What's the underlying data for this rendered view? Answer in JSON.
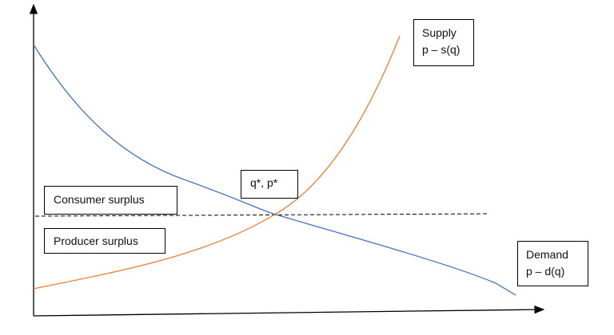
{
  "labels": {
    "supply_title": "Supply",
    "supply_formula": "p – s(q)",
    "demand_title": "Demand",
    "demand_formula": "p – d(q)",
    "equilibrium": "q*, p*",
    "consumer_surplus": "Consumer surplus",
    "producer_surplus": "Producer surplus"
  },
  "colors": {
    "supply": "#ED7D31",
    "demand": "#4472C4",
    "axis": "#000000"
  }
}
